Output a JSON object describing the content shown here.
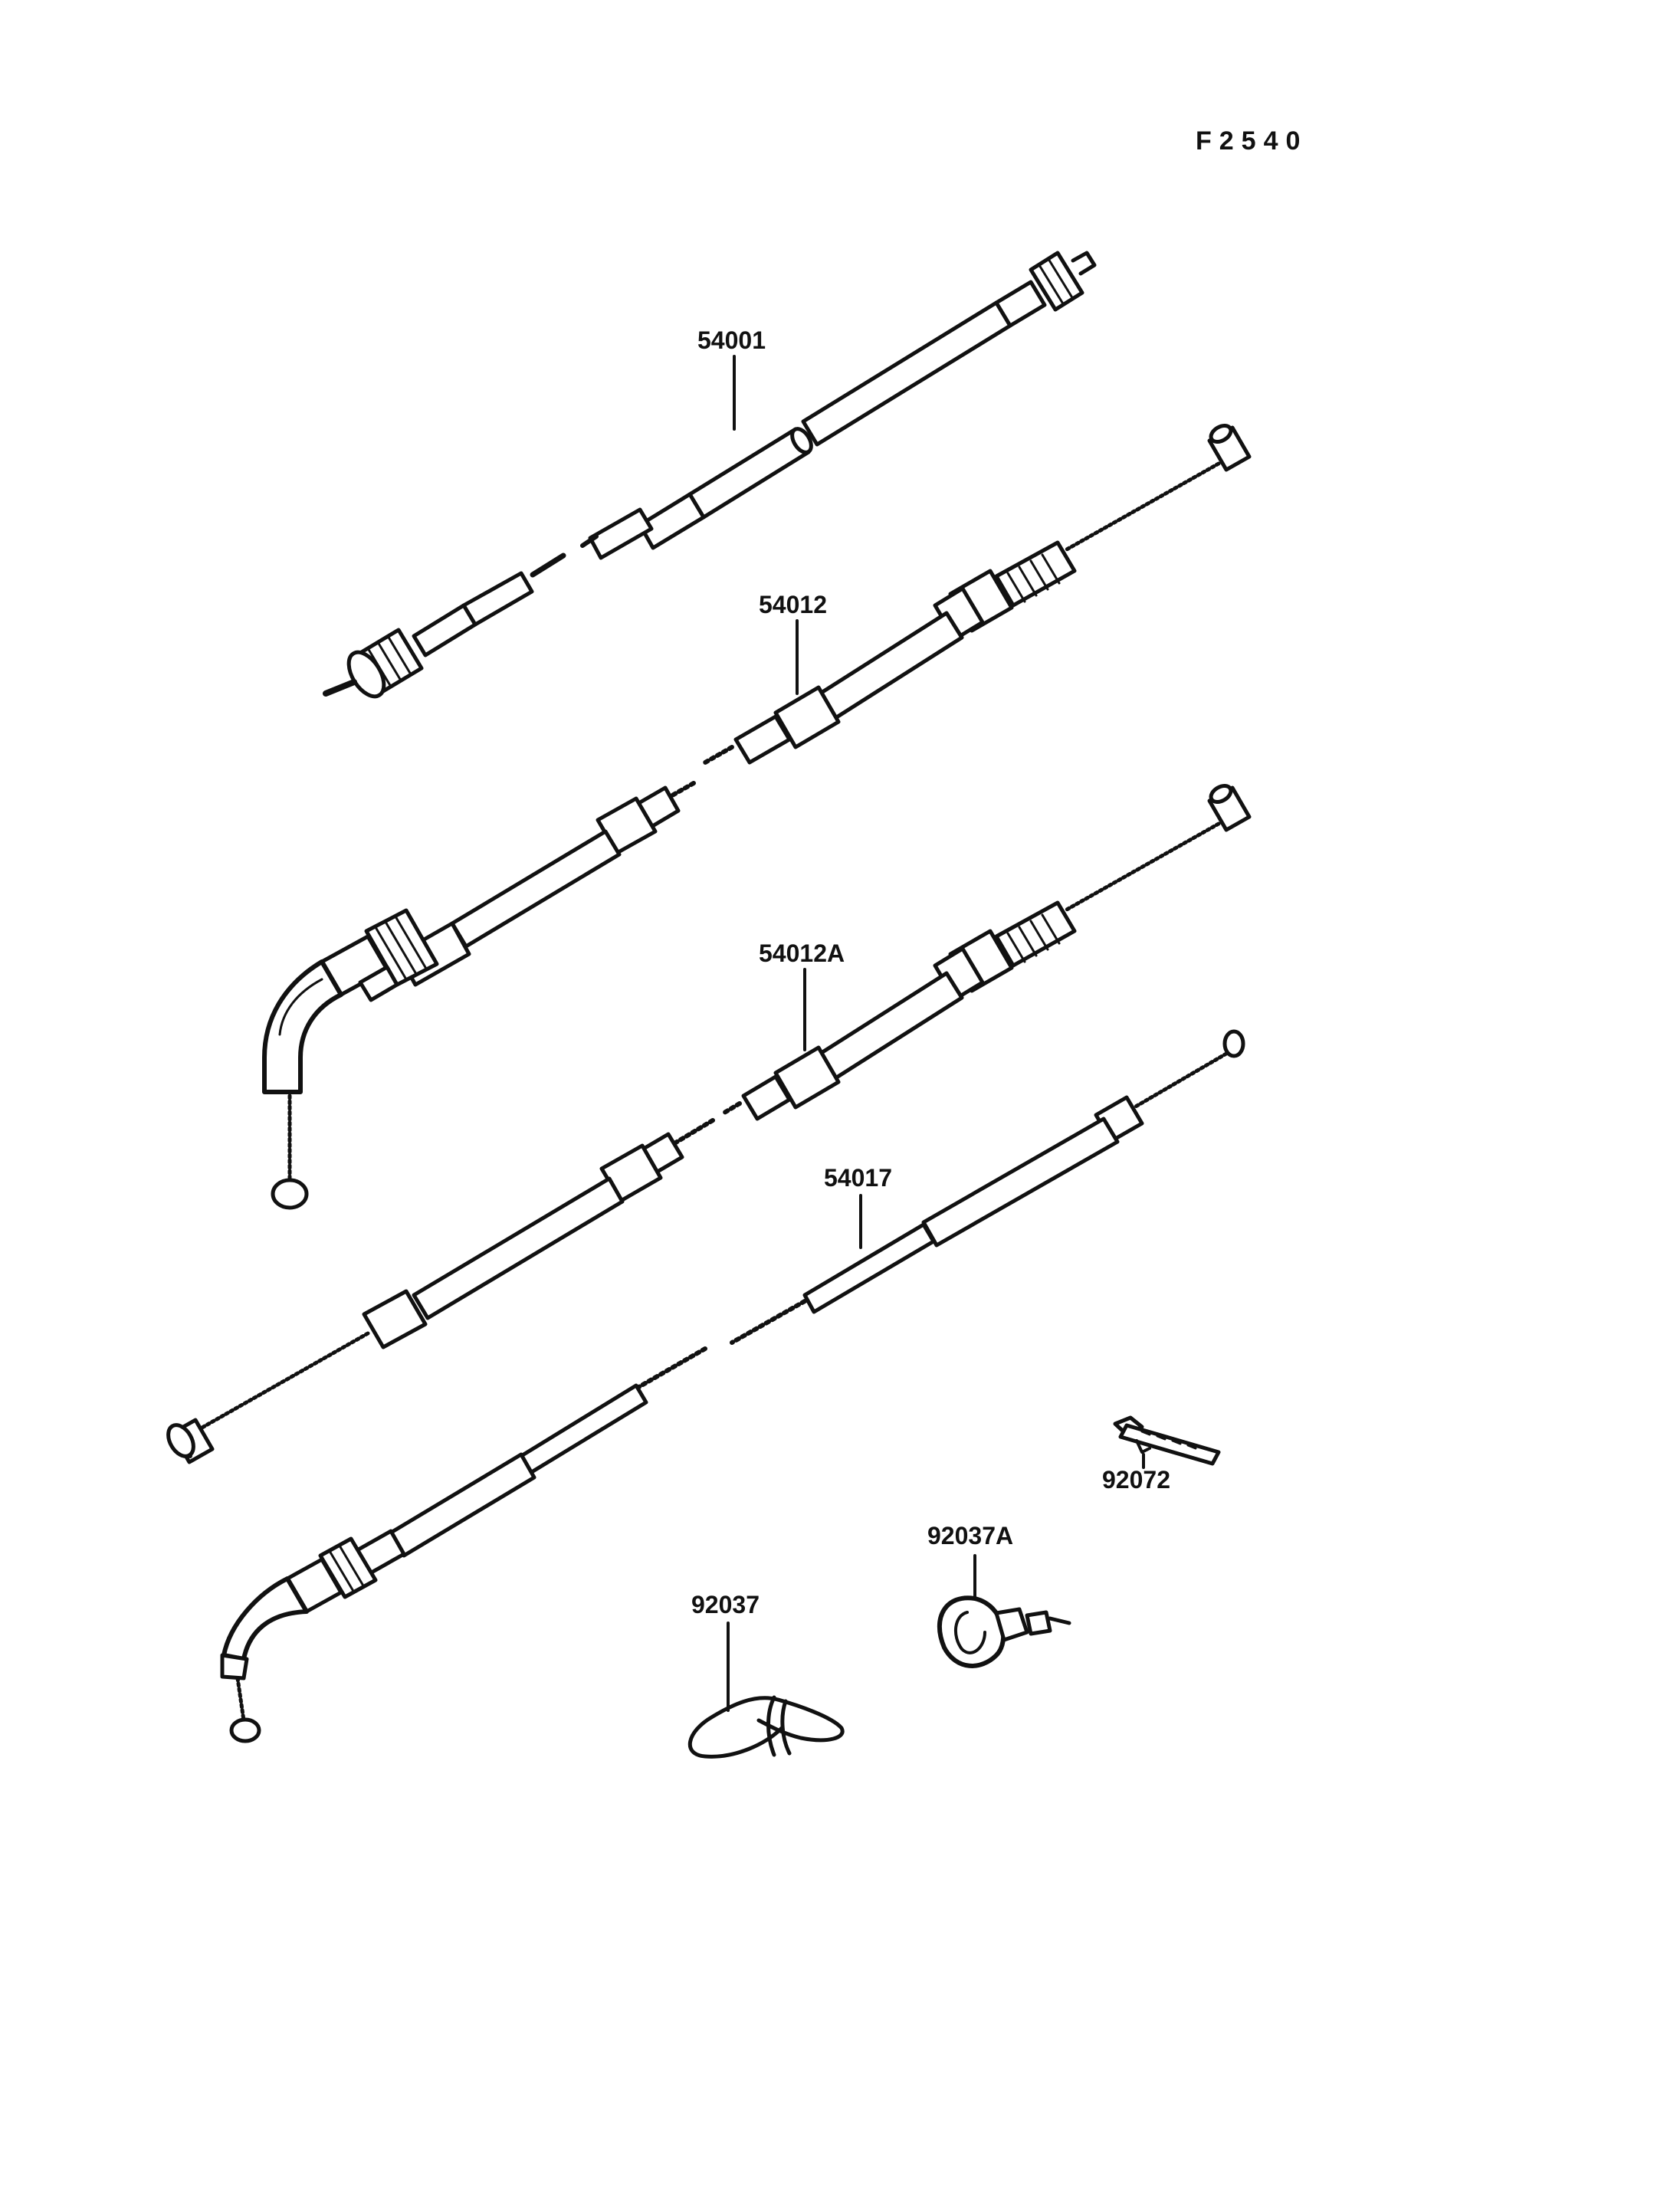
{
  "figure_code": "F2540",
  "parts": [
    {
      "id": "speedometer-cable",
      "number": "54001"
    },
    {
      "id": "throttle-cable-upper",
      "number": "54012"
    },
    {
      "id": "throttle-cable-lower",
      "number": "54012A"
    },
    {
      "id": "choke-cable",
      "number": "54017"
    },
    {
      "id": "band",
      "number": "92072"
    },
    {
      "id": "clamp-a",
      "number": "92037A"
    },
    {
      "id": "clamp",
      "number": "92037"
    }
  ]
}
